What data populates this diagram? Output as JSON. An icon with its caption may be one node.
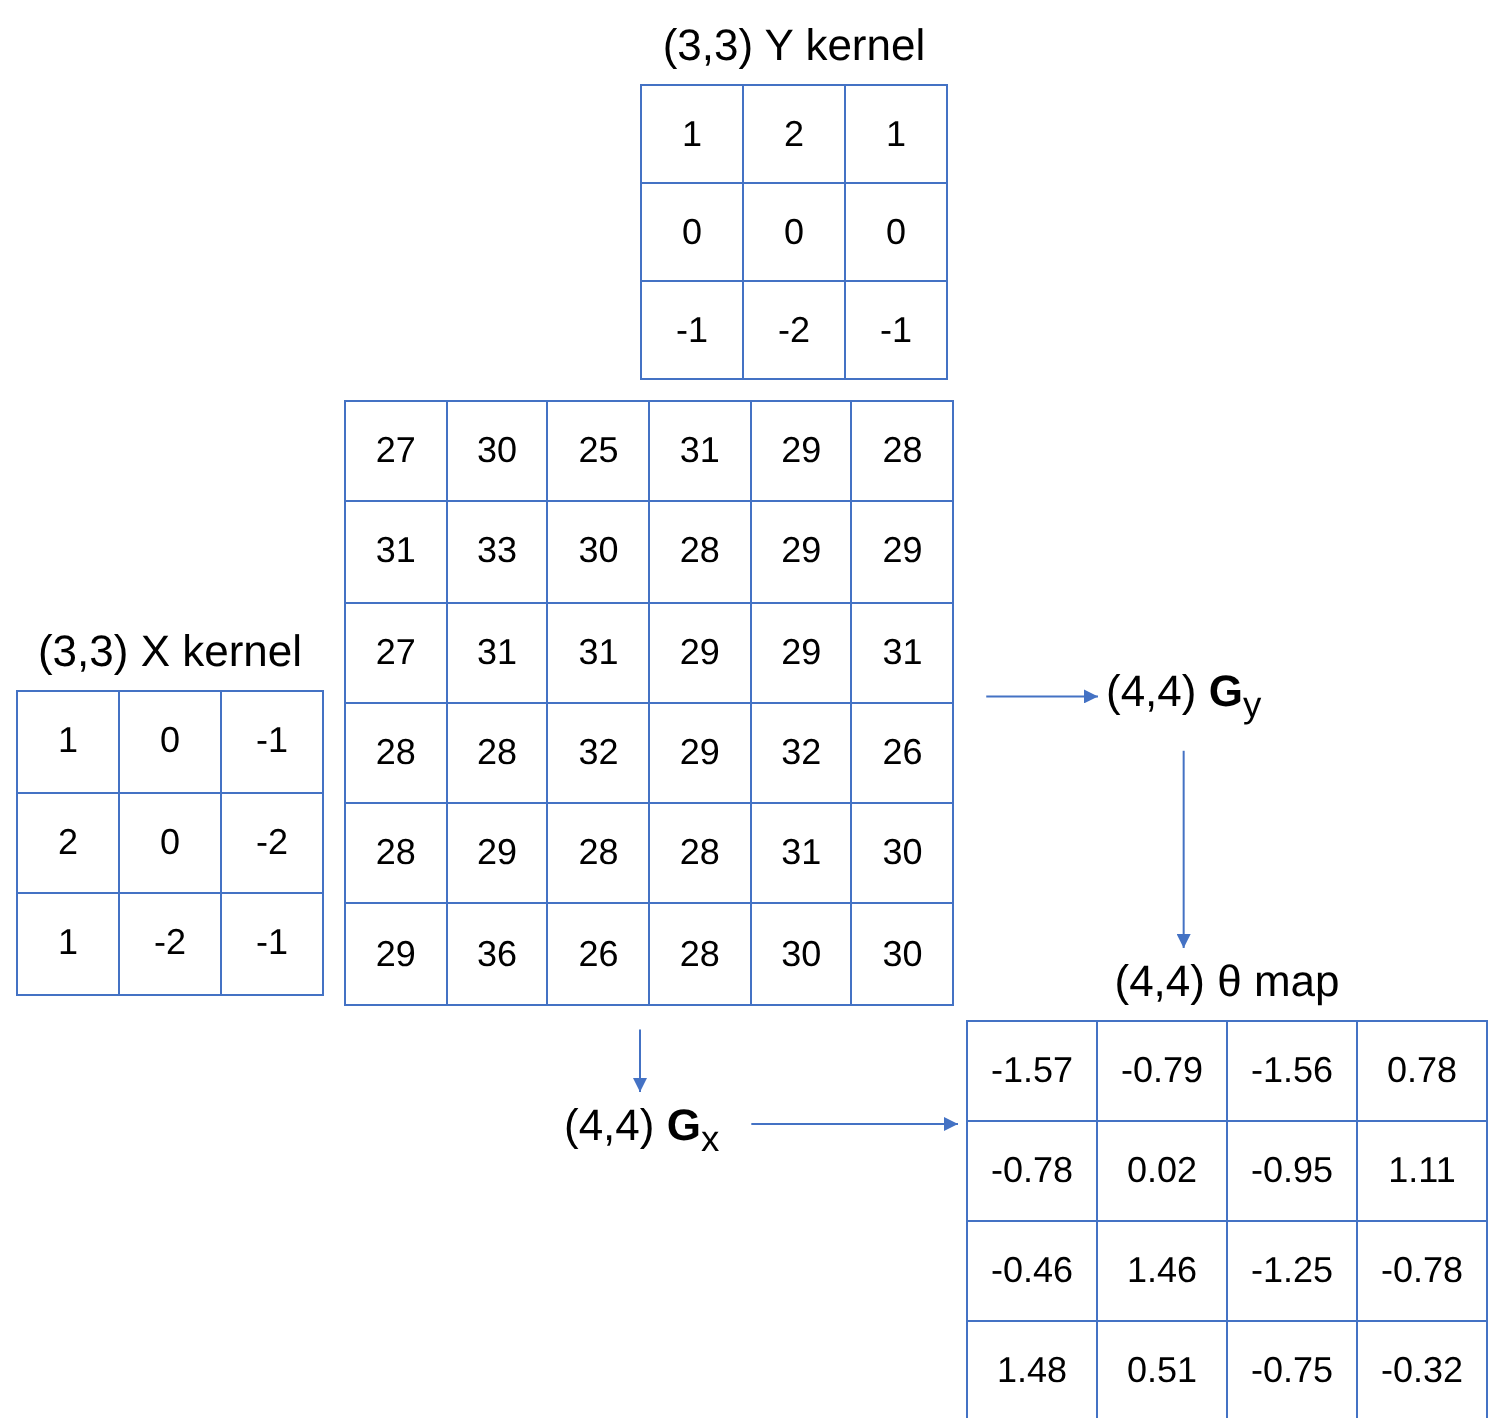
{
  "diagram": {
    "nodes": [
      {
        "text": [
          "(3,3) Y kernel",
          "1",
          "2",
          "1",
          "0",
          "0",
          "0",
          "-1",
          "-2",
          "-1"
        ]
      },
      {
        "text": [
          "27",
          "30",
          "25",
          "31",
          "29",
          "28",
          "31",
          "33",
          "30",
          "28",
          "29",
          "29",
          "27",
          "31",
          "31",
          "29",
          "29",
          "31",
          "28",
          "28",
          "32",
          "29",
          "32",
          "26",
          "28",
          "29",
          "28",
          "28",
          "31",
          "30",
          "29",
          "36",
          "26",
          "28",
          "30",
          "30"
        ]
      },
      {
        "text": [
          "(3,3) X kernel",
          "1",
          "0",
          "-1",
          "2",
          "0",
          "-2",
          "1",
          "-2",
          "-1"
        ]
      },
      {
        "text": [
          "(4,4) **G**$_{y}$"
        ]
      },
      {
        "text": [
          "(4,4) θ map",
          "-1.57",
          "-0.79",
          "-1.56",
          "0.78",
          "-0.78",
          "0.02",
          "-0.95",
          "1.11",
          "-0.46",
          "1.46",
          "-1.25",
          "-0.78",
          "1.48",
          "0.51",
          "-0.75",
          "-0.32"
        ]
      },
      {
        "text": [
          "(4,4) **G**$_{x}$"
        ]
      }
    ],
    "edges": [
      {
        "from": 1,
        "to": 3,
        "arrow": "to"
      },
      {
        "from": 3,
        "to": 4,
        "arrow": "to"
      },
      {
        "from": 1,
        "to": 5,
        "arrow": "to"
      },
      {
        "from": 5,
        "to": 4,
        "arrow": "to"
      }
    ]
  }
}
